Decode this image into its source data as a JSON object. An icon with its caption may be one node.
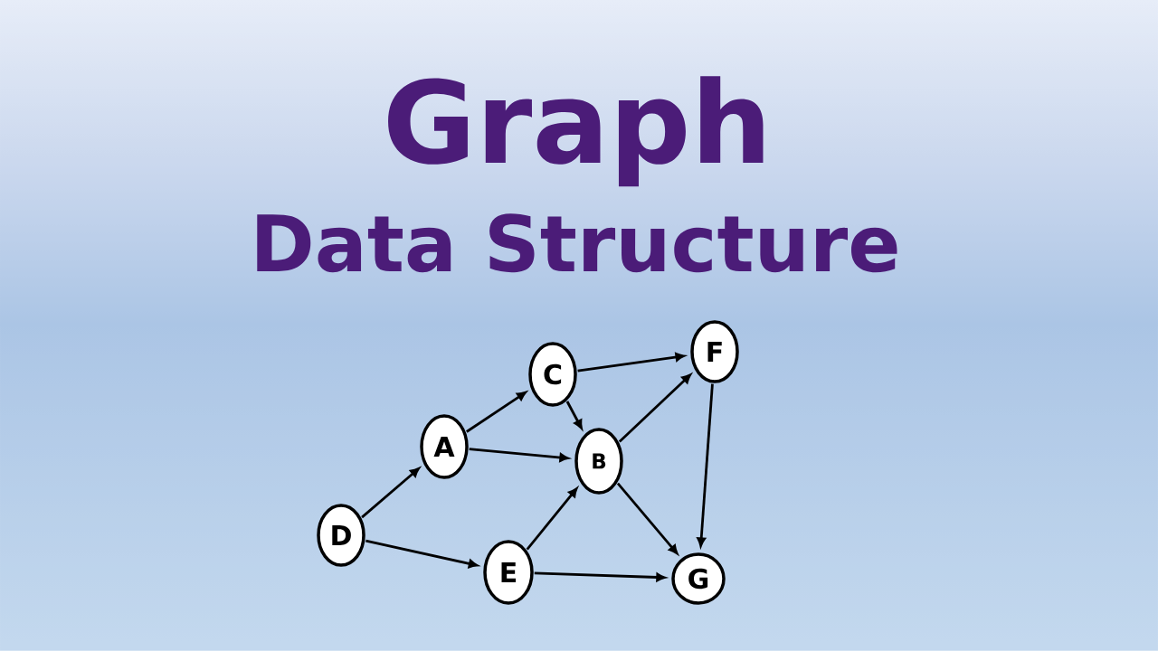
{
  "diagram": {
    "title": "Graph",
    "nodes": [
      {
        "text": [
          "C"
        ]
      },
      {
        "text": [
          "F"
        ]
      },
      {
        "text": [
          "A"
        ]
      },
      {
        "text": [
          "B"
        ]
      },
      {
        "text": [
          "D"
        ]
      },
      {
        "text": [
          "E"
        ]
      },
      {
        "text": [
          "G"
        ]
      }
    ],
    "edges": [
      {
        "from": 4,
        "to": 2,
        "arrow": "to"
      },
      {
        "from": 4,
        "to": 5,
        "arrow": "to"
      },
      {
        "from": 2,
        "to": 0,
        "arrow": "to"
      },
      {
        "from": 2,
        "to": 3,
        "arrow": "to"
      },
      {
        "from": 0,
        "to": 1,
        "arrow": "to"
      },
      {
        "from": 0,
        "to": 3,
        "arrow": "to"
      },
      {
        "from": 3,
        "to": 1,
        "arrow": "to"
      },
      {
        "from": 3,
        "to": 6,
        "arrow": "to"
      },
      {
        "from": 5,
        "to": 3,
        "arrow": "to"
      },
      {
        "from": 5,
        "to": 6,
        "arrow": "to"
      },
      {
        "from": 1,
        "to": 6,
        "arrow": "to"
      }
    ],
    "labels": [
      "Data Structure"
    ]
  }
}
